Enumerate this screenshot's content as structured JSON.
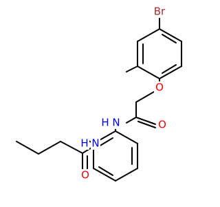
{
  "molecule": {
    "atom_labels": {
      "bromine": "Br",
      "ether_oxygen": "O",
      "amide_nitrogen_upper": "N",
      "amide_hydrogen_upper": "H",
      "amide_oxygen_upper": "O",
      "amide_nitrogen_lower": "N",
      "amide_hydrogen_lower": "H",
      "amide_oxygen_lower": "O"
    },
    "colors": {
      "bond": "#000000",
      "bromine": "#a52a2a",
      "oxygen": "#ff0000",
      "nitrogen": "#0000ff",
      "background": "#ffffff"
    }
  }
}
